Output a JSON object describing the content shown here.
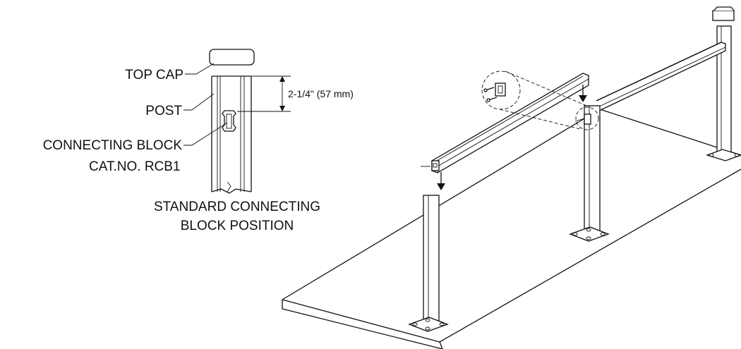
{
  "labels": {
    "top_cap": "TOP CAP",
    "post": "POST",
    "connecting_block": "CONNECTING BLOCK",
    "cat_no": "CAT.NO. RCB1",
    "standard_line1": "STANDARD CONNECTING",
    "standard_line2": "BLOCK POSITION",
    "dimension": "2-1/4\" (57 mm)"
  }
}
